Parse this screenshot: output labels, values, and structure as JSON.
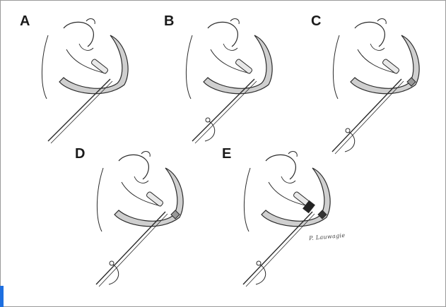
{
  "panels": [
    {
      "id": "A",
      "label": "A"
    },
    {
      "id": "B",
      "label": "B"
    },
    {
      "id": "C",
      "label": "C"
    },
    {
      "id": "D",
      "label": "D"
    },
    {
      "id": "E",
      "label": "E"
    }
  ],
  "signature": "P. Lauwagie",
  "colors": {
    "line": "#2a2a2a",
    "myocardium_fill": "#cfcfcf",
    "accent_tab": "#1e6fe0"
  }
}
